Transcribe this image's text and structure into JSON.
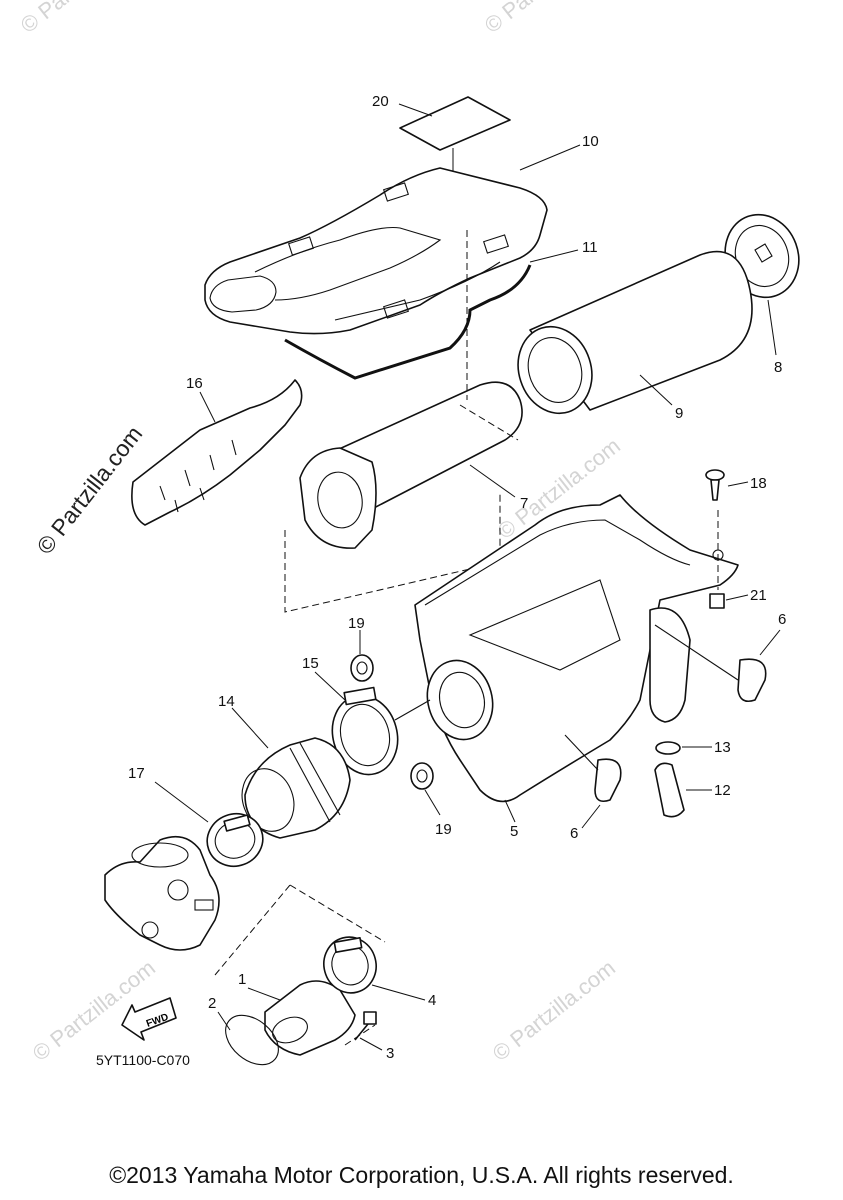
{
  "watermark": "© Partzilla.com",
  "diagram_code": "5YT1100-C070",
  "copyright": "©2013 Yamaha Motor Corporation, U.S.A. All rights reserved.",
  "fwd_label": "FWD",
  "callouts": {
    "c1": "1",
    "c2": "2",
    "c3": "3",
    "c4": "4",
    "c5": "5",
    "c6a": "6",
    "c6b": "6",
    "c7": "7",
    "c8": "8",
    "c9": "9",
    "c10": "10",
    "c11": "11",
    "c12": "12",
    "c13": "13",
    "c14": "14",
    "c15": "15",
    "c16": "16",
    "c17": "17",
    "c18": "18",
    "c19a": "19",
    "c19b": "19",
    "c20": "20",
    "c21": "21"
  }
}
